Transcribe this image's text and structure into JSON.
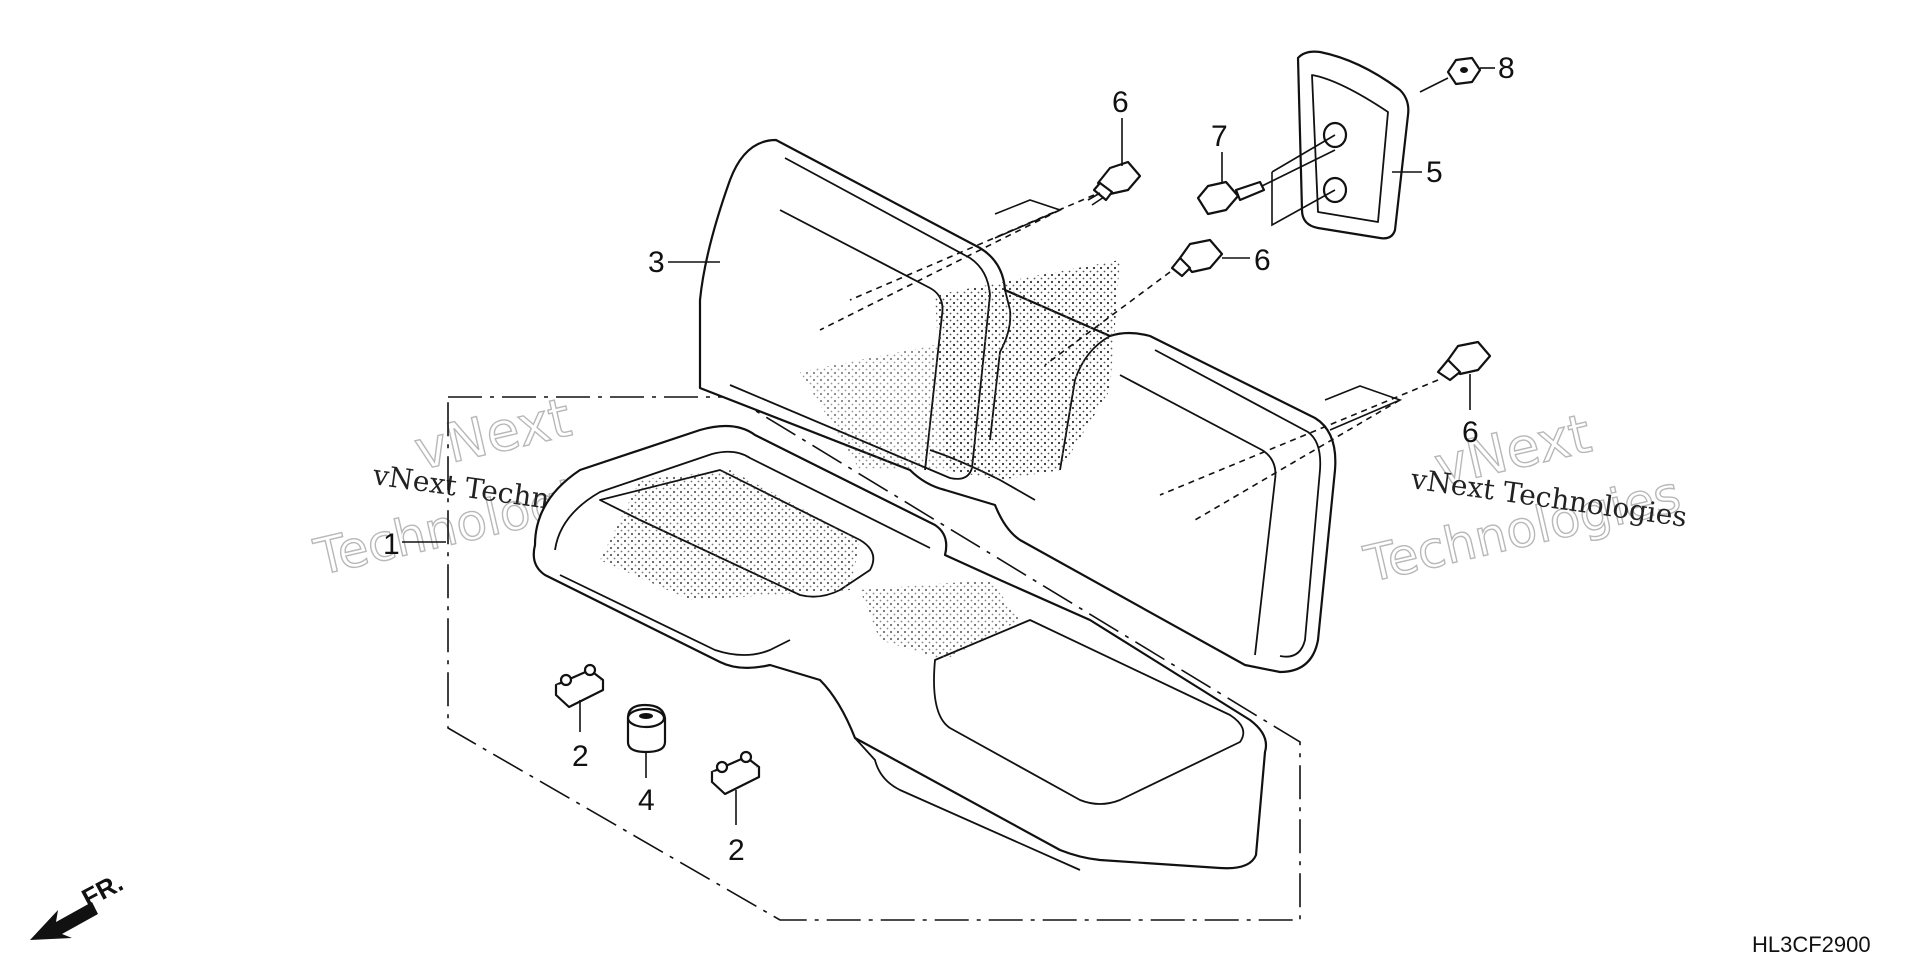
{
  "callouts": {
    "c1": "1",
    "c2a": "2",
    "c2b": "2",
    "c3": "3",
    "c4": "4",
    "c5": "5",
    "c6a": "6",
    "c6b": "6",
    "c6c": "6",
    "c7": "7",
    "c8": "8"
  },
  "front_marker": "FR.",
  "reference_code": "HL3CF2900",
  "watermark": {
    "left_line1": "vNext Technologies",
    "left_big1": "vNext",
    "left_big2": "Technologies",
    "right_line1": "vNext Technologies",
    "right_big1": "vNext",
    "right_big2": "Technologies"
  }
}
